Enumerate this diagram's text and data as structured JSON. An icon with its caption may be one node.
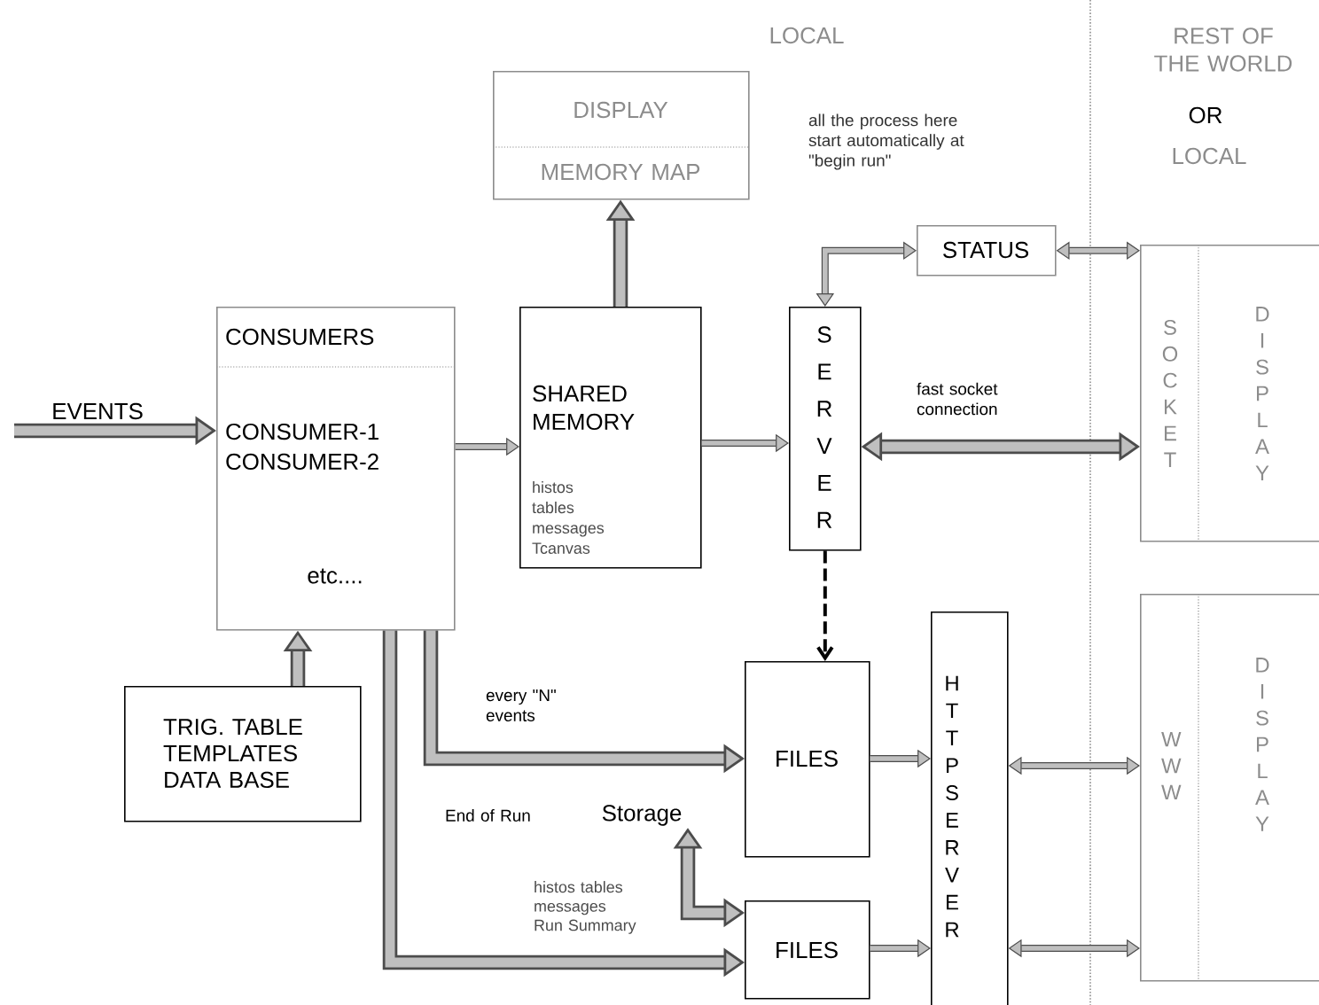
{
  "diagram": {
    "nodes": [
      {
        "text": [
          "DISPLAY",
          "MEMORY MAP"
        ]
      },
      {
        "text": [
          "CONSUMERS",
          "CONSUMER-1 CONSUMER-2",
          "etc...."
        ]
      },
      {
        "text": [
          "SHARED MEMORY",
          "histos tables messages Tcanvas"
        ]
      },
      {
        "text": [
          "S E R V E R"
        ]
      },
      {
        "text": [
          "STATUS"
        ]
      },
      {
        "text": [
          "S O C K E T",
          "D I S P L A Y"
        ]
      },
      {
        "text": [
          "FILES"
        ]
      },
      {
        "text": [
          "H T T P S E R V E R"
        ]
      },
      {
        "text": [
          "W W W",
          "D I S P L A Y"
        ]
      },
      {
        "text": [
          "FILES"
        ]
      },
      {
        "text": [
          "TRIG. TABLE TEMPLATES DATA BASE"
        ]
      },
      {
        "text": [
          "Storage"
        ]
      }
    ],
    "edges": [
      {
        "from": null,
        "to": 1,
        "arrow": "to",
        "label": "EVENTS",
        "style": "thick"
      },
      {
        "from": 1,
        "to": 2,
        "arrow": "to"
      },
      {
        "from": 2,
        "to": 0,
        "arrow": "to",
        "style": "thick"
      },
      {
        "from": 2,
        "to": 3,
        "arrow": "to"
      },
      {
        "from": 3,
        "to": 4,
        "arrow": "both"
      },
      {
        "from": 4,
        "to": 5,
        "arrow": "both"
      },
      {
        "from": 3,
        "to": 5,
        "arrow": "both",
        "label": "fast socket connection",
        "style": "thick"
      },
      {
        "from": 3,
        "to": 6,
        "arrow": "to",
        "style": "dashed"
      },
      {
        "from": 10,
        "to": 1,
        "arrow": "to",
        "style": "thick"
      },
      {
        "from": 1,
        "to": 6,
        "arrow": "to",
        "label": "every \"N\" events",
        "style": "thick"
      },
      {
        "from": 1,
        "to": 9,
        "arrow": "to",
        "label": "End of Run",
        "style": "thick"
      },
      {
        "from": 11,
        "to": 9,
        "arrow": "both",
        "style": "thick"
      },
      {
        "from": 6,
        "to": 7,
        "arrow": "to"
      },
      {
        "from": 9,
        "to": 7,
        "arrow": "to"
      },
      {
        "from": 7,
        "to": 8,
        "arrow": "both"
      },
      {
        "from": 7,
        "to": 8,
        "arrow": "both"
      }
    ],
    "labels": [
      "LOCAL",
      "all the process here start automatically at \"begin run\"",
      "REST OF THE WORLD",
      "OR",
      "LOCAL",
      "histos tables messages Run Summary"
    ]
  }
}
